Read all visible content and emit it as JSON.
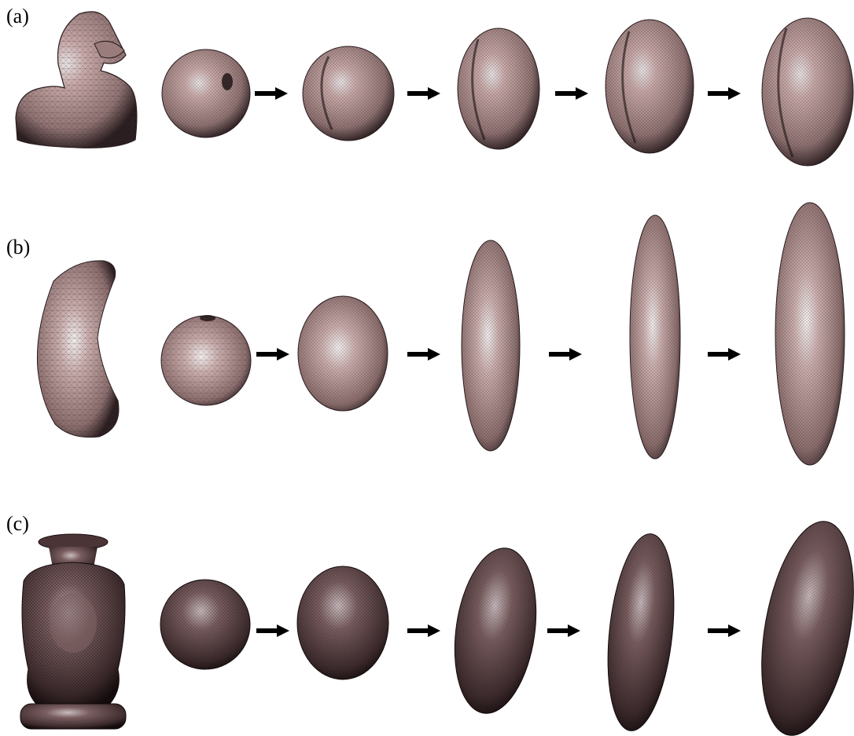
{
  "figure": {
    "panels": [
      {
        "label": "(a)"
      },
      {
        "label": "(b)"
      },
      {
        "label": "(c)"
      }
    ]
  },
  "colors": {
    "mesh_base": "#b79a98",
    "mesh_dark": "#2a1d1f",
    "mesh_light": "#e6e0e2",
    "arrow": "#000000"
  }
}
